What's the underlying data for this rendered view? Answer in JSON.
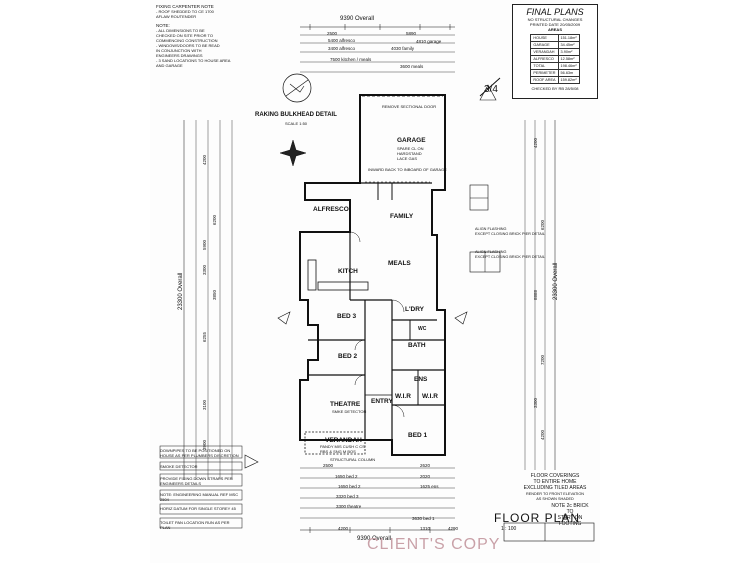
{
  "header": {
    "fixing_note_title": "FIXING CARPENTER NOTE",
    "fixing_note_lines": [
      "- ROOF SHEDDED TO CE 1700",
      "AFLAW ROUTENDER"
    ],
    "note_title": "NOTE:",
    "note_lines": [
      "- ALL DIMENSIONS TO BE",
      "CHECKED ON SITE PRIOR TO",
      "COMMENCING CONSTRUCTION",
      "- WINDOWS/DOORS TO BE READ",
      "IN CONJUNCTION WITH",
      "ENGINEERS DRAWINGS",
      "- 3 SAND LOCATIONS TO HOUSE AREA",
      "AND GARAGE"
    ]
  },
  "final_plans": {
    "title": "FINAL PLANS",
    "subtitle_lines": [
      "NO STRUCTURAL CHANGES",
      "PRINTED DATE 20/05/2009"
    ],
    "areas_label": "AREAS",
    "areas": [
      [
        "HOUSE",
        "151.18m²"
      ],
      [
        "GARAGE",
        "34.45m²"
      ],
      [
        "VERANDAH",
        "3.90m²"
      ],
      [
        "ALFRESCO",
        "12.58m²"
      ],
      [
        "TOTAL",
        "198.46m²"
      ],
      [
        "PERIMETER",
        "56.63m"
      ],
      [
        "ROOF AREA",
        "159.82m²"
      ]
    ],
    "checked_by": "CHECKED BY RB 28/5/08"
  },
  "overall_top": "9390 Overall",
  "overall_bottom": "9390 Overall",
  "overall_left": "23300 Overall",
  "overall_right": "23300 Overall",
  "top_dims": [
    "2500",
    "5890",
    "5400 alfresco",
    "4810 garage",
    "3400 alfresco",
    "4030 family",
    "7500 kitchen / meals",
    "3600 meals"
  ],
  "bottom_dims": [
    "2500",
    "2620",
    "1650 bed 2",
    "2020",
    "1650 bed 2",
    "1625 ens",
    "3320 bed 3",
    "3300 theatre",
    "3630 bed 1",
    "4290",
    "4200",
    "1310"
  ],
  "rooms": {
    "garage": "GARAGE",
    "family": "FAMILY",
    "alfresco": "ALFRESCO",
    "kitch": "KITCH",
    "meals": "MEALS",
    "bed3": "BED 3",
    "lndry": "L'DRY",
    "wc": "WC",
    "bath": "BATH",
    "bed2": "BED 2",
    "ens": "ENS",
    "wir1": "W.I.R",
    "wir2": "W.I.R",
    "theatre": "THEATRE",
    "entry": "ENTRY",
    "verandah": "VERANDAH",
    "bed1": "BED 1"
  },
  "room_notes": {
    "garage_sub": [
      "SPARE CL ON",
      "HARDSTAND",
      "LACE GAS"
    ],
    "garage_top": "REMOVE SECTIONAL DOOR",
    "garage_door": "INWARD BACK TO INBOARD OF GARAGE",
    "theatre_sub": "SMKE DETECTOR",
    "verandah_sub": [
      "PANDY MIS CUSH C CS",
      "RBS & SNG M BOS"
    ],
    "structural_column": "STRUCTURAL COLUMN"
  },
  "raking": {
    "title": "RAKING BULKHEAD DETAIL",
    "scale": "SCALE 1:50"
  },
  "right_notes": [
    "ALIGN FLASHING",
    "EXCEPT CLOSING BRICK PIER DETAIL",
    "ALIGN FLASHING",
    "EXCEPT CLOSING BRICK PIER DETAIL"
  ],
  "legend": [
    "DOWNPIPES TO BE POSITIONED ON HOUSE AS PER PLUMBERS DISCRETION",
    "SMOKE DETECTOR",
    "PROVIDE FIXING DOWN STRAPS PER ENGINEERS DETAILS",
    "NOTE: ENGINEERING MANUAL REF MSC 2504",
    "HORIZ DATUM FOR SINGLE STOREY 45",
    "TOILET PAN LOCATION RUN AS PER PLAN"
  ],
  "floor_coverings": [
    "FLOOR COVERINGS",
    "TO ENTIRE HOME",
    "EXCLUDING TILED AREAS"
  ],
  "render_note": [
    "RENDER TO FRONT ELEVATION",
    "AS SHOWN SHADED"
  ],
  "north_note": "3/4",
  "note_box": [
    "NOTE 2c BRICK TO",
    "START ON FOOTING"
  ],
  "floor_plan_title": "FLOOR PLAN",
  "scale": "1 : 100",
  "watermark": "CLIENT'S COPY",
  "left_dims": [
    "4200",
    "6200",
    "5900",
    "3300",
    "3850",
    "6255",
    "3100",
    "3900"
  ],
  "right_dims": [
    "4200",
    "6200",
    "8888",
    "7200",
    "3300",
    "4200"
  ]
}
